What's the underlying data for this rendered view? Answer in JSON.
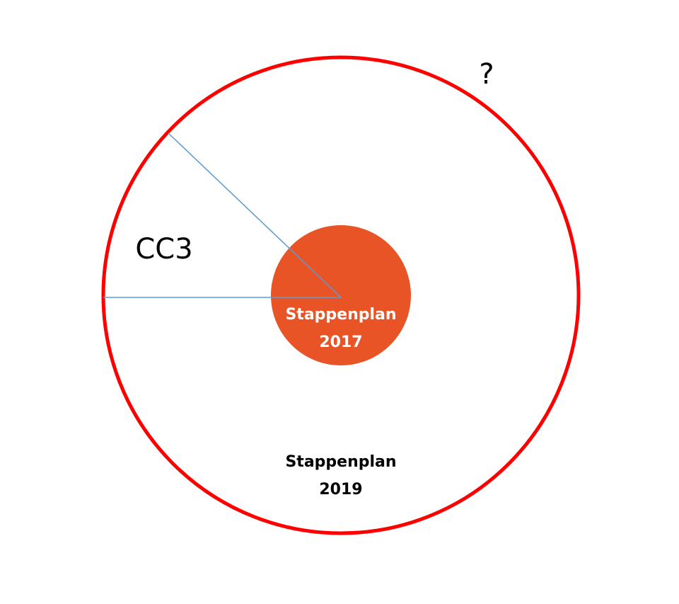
{
  "diagram": {
    "outer_label": [
      "Stappenplan",
      "2019"
    ],
    "inner_label": [
      "Stappenplan",
      "2017"
    ],
    "sector_label": "CC3",
    "question_label": "?",
    "colors": {
      "outer_ring": "#ff0000",
      "inner_disk": "#e85426",
      "sector_lines": "#5b9bd5",
      "inner_text": "#ffffff",
      "outer_text": "#000000"
    }
  }
}
